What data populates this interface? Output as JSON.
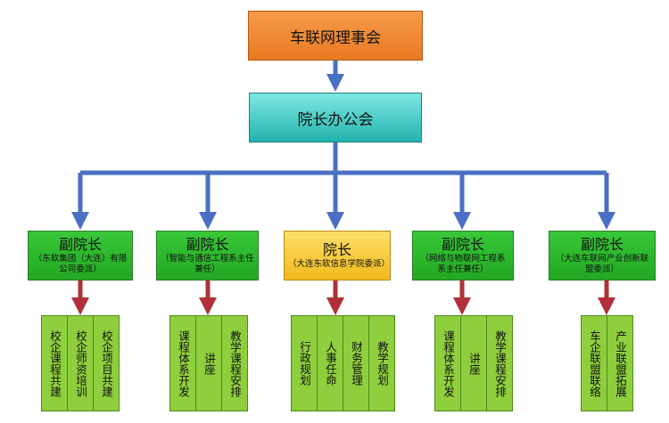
{
  "colors": {
    "connector": "#4a6fc4",
    "sub_connector": "#b0303a",
    "council_fill": "#ea7a22",
    "office_fill": "#22b3ae",
    "role_fill": "#22a822",
    "dean_fill": "#f2b81c",
    "item_fill": "#8fcf3d"
  },
  "top": {
    "council": "车联网理事会",
    "office": "院长办公会"
  },
  "roles": [
    {
      "title": "副院长",
      "note": "（东软集团（大连）有限公司委派）",
      "items": [
        "校企课程共建",
        "校企师资培训",
        "校企项目共建"
      ]
    },
    {
      "title": "副院长",
      "note": "（智能与通信工程系主任兼任）",
      "items": [
        "课程体系开发",
        "讲座",
        "教学课程安排"
      ]
    },
    {
      "title": "院长",
      "note": "（大连东软信息学院委派）",
      "items": [
        "行政规划",
        "人事任命",
        "财务管理",
        "教学规划"
      ]
    },
    {
      "title": "副院长",
      "note": "（网络与物联网工程系系主任兼任）",
      "items": [
        "课程体系开发",
        "讲座",
        "教学课程安排"
      ]
    },
    {
      "title": "副院长",
      "note": "（大连车联网产业创新联盟委派）",
      "items": [
        "车企联盟联络",
        "产业联盟拓展"
      ]
    }
  ]
}
